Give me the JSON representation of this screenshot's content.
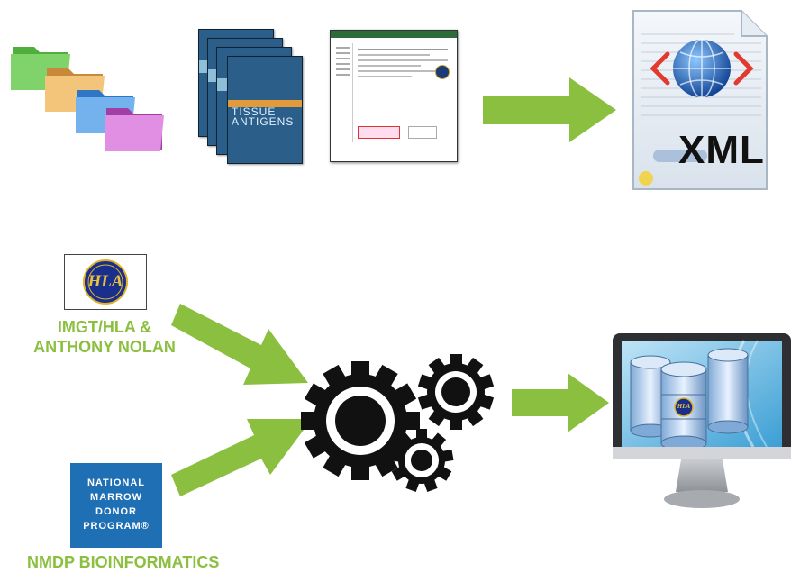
{
  "top": {
    "journal": {
      "title_line1": "TISSUE",
      "title_line2": "ANTIGENS"
    },
    "xml": {
      "label": "XML"
    }
  },
  "sources": [
    {
      "name": "IMGT/HLA &",
      "name2": "ANTHONY NOLAN",
      "logo_text": "HLA"
    },
    {
      "name": "NMDP BIOINFORMATICS",
      "logo_lines": [
        "NATIONAL",
        "MARROW",
        "DONOR",
        "PROGRAM®"
      ]
    }
  ],
  "database": {
    "badge": "HLA"
  },
  "colors": {
    "arrow": "#8bbf3f",
    "label": "#8bbf3f",
    "nmdp_blue": "#1f6fb5",
    "gear": "#111111"
  }
}
